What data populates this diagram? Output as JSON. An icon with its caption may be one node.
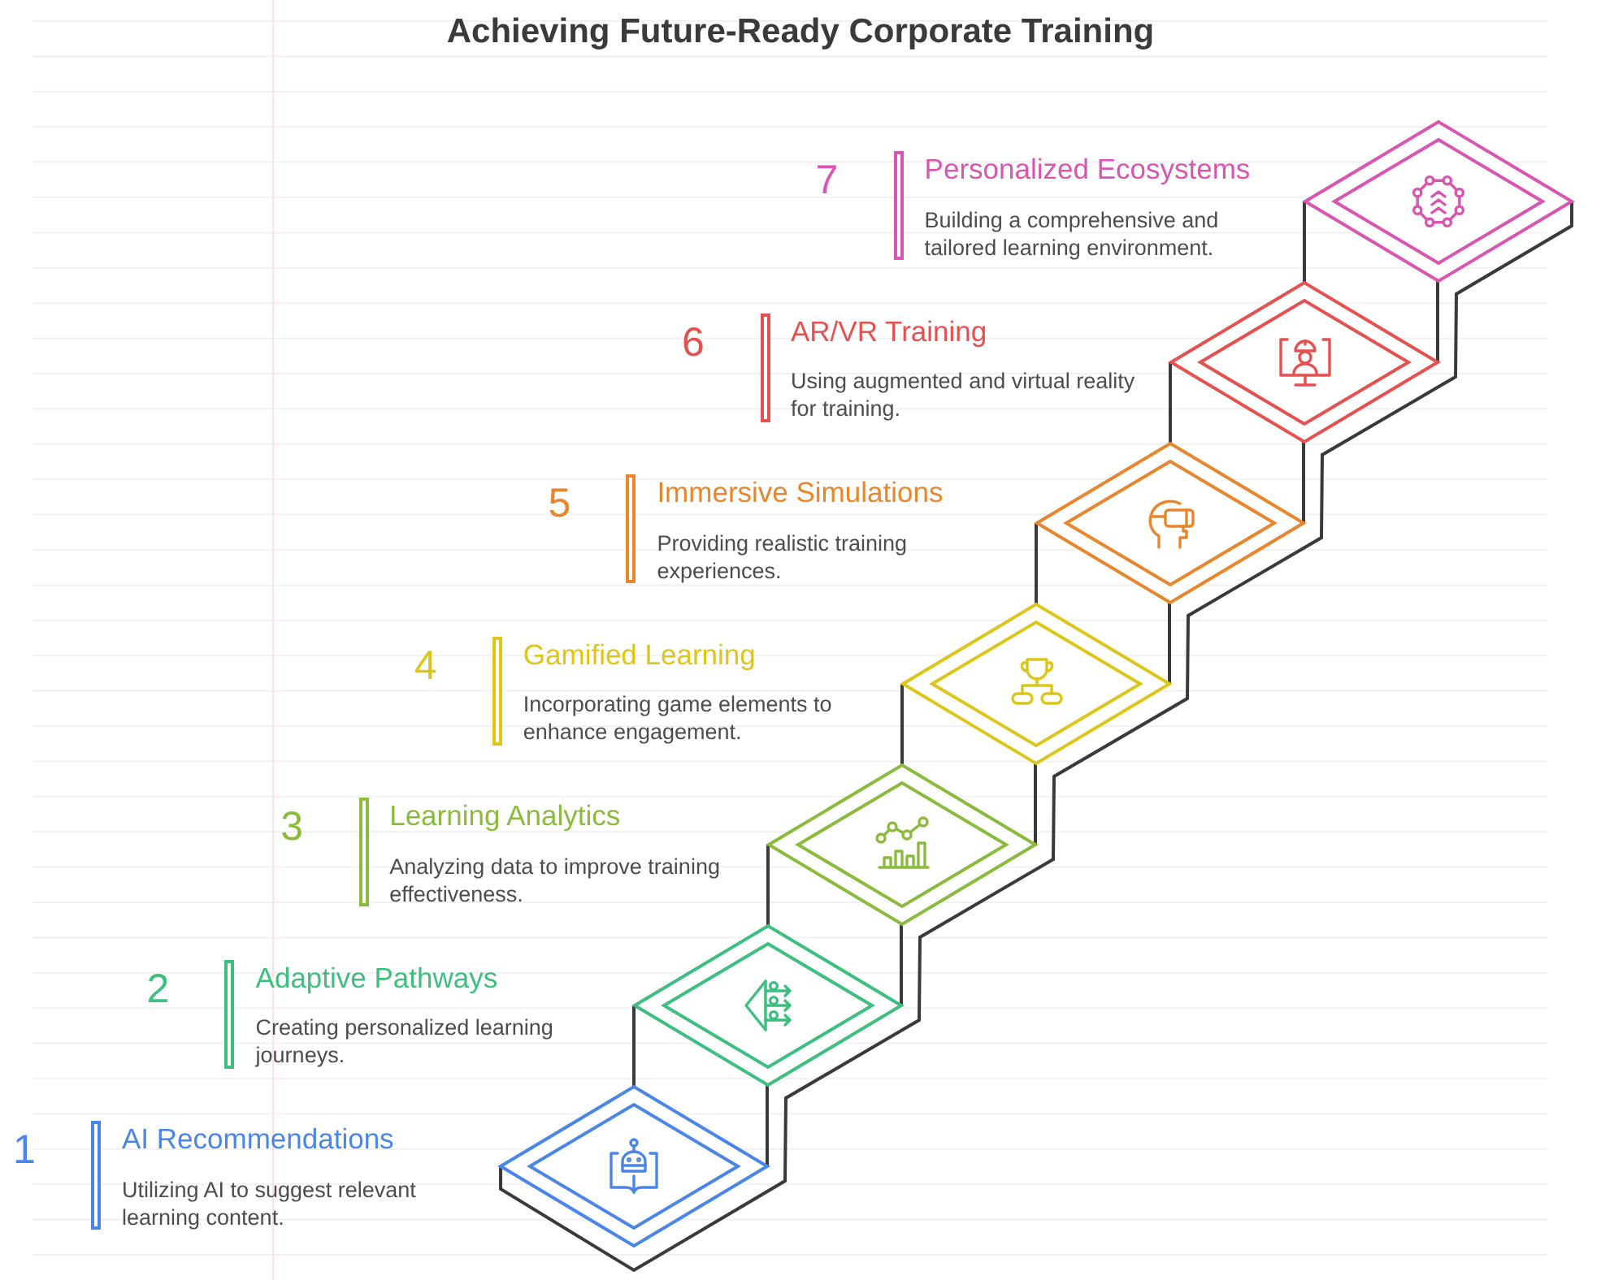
{
  "diagram": {
    "title": "Achieving Future-Ready Corporate Training",
    "nodes": [
      {
        "text": [
          "AI Recommendations",
          "Utilizing AI to suggest relevant learning content."
        ],
        "beside": [
          "1"
        ]
      },
      {
        "text": [
          "Adaptive Pathways",
          "Creating personalized learning journeys."
        ],
        "beside": [
          "2"
        ]
      },
      {
        "text": [
          "Learning Analytics",
          "Analyzing data to improve training effectiveness."
        ],
        "beside": [
          "3"
        ]
      },
      {
        "text": [
          "Gamified Learning",
          "Incorporating game elements to enhance engagement."
        ],
        "beside": [
          "4"
        ]
      },
      {
        "text": [
          "Immersive Simulations",
          "Providing realistic training experiences."
        ],
        "beside": [
          "5"
        ]
      },
      {
        "text": [
          "AR/VR Training",
          "Using augmented and virtual reality for training."
        ],
        "beside": [
          "6"
        ]
      },
      {
        "text": [
          "Personalized Ecosystems",
          "Building a comprehensive and tailored learning environment."
        ],
        "beside": [
          "7"
        ]
      }
    ]
  }
}
